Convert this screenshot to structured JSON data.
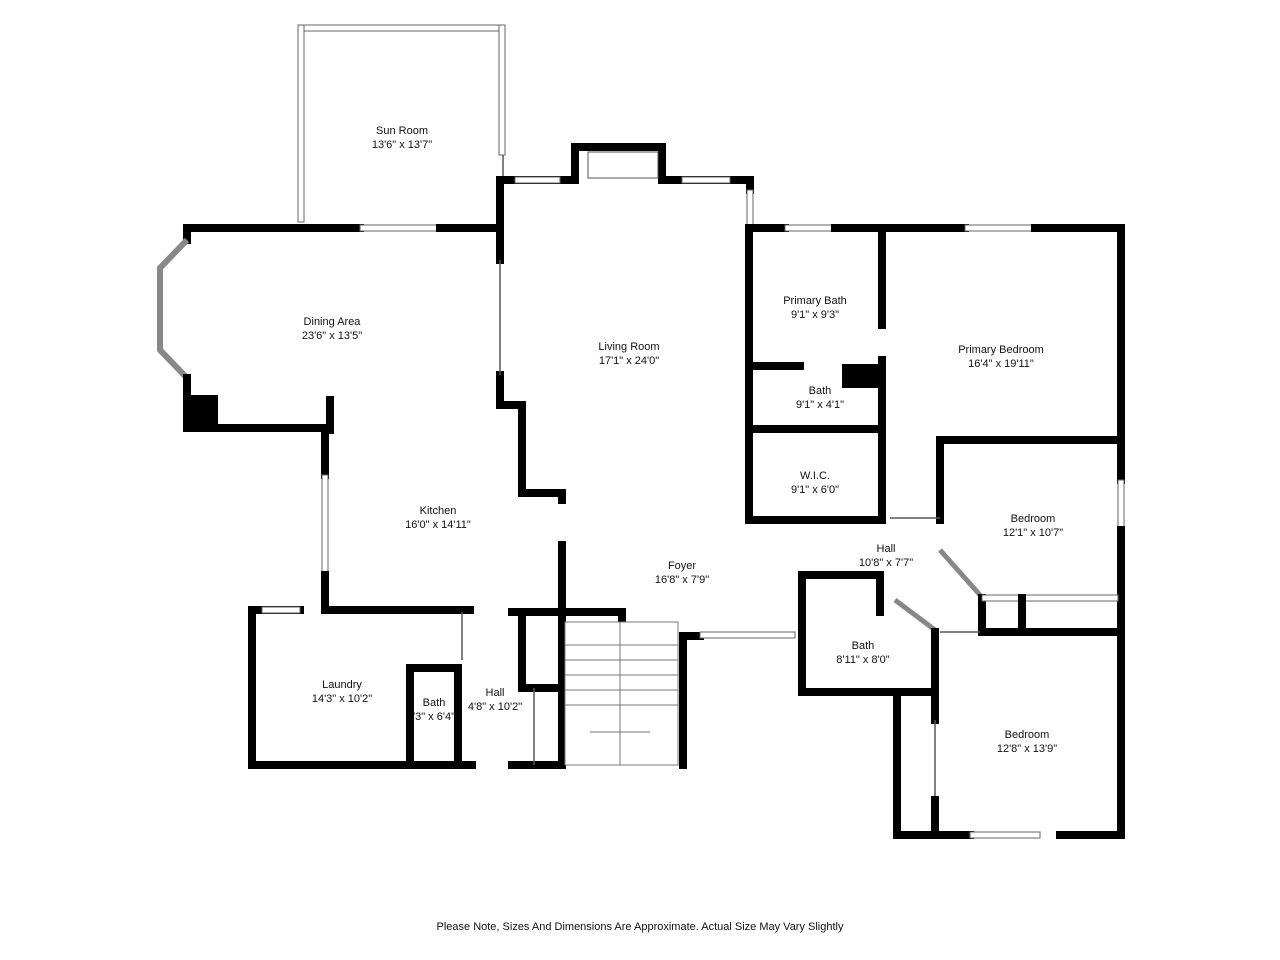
{
  "rooms": [
    {
      "name": "Sun Room",
      "dims": "13'6\" x 13'7\""
    },
    {
      "name": "Dining Area",
      "dims": "23'6\" x 13'5\""
    },
    {
      "name": "Living Room",
      "dims": "17'1\" x 24'0\""
    },
    {
      "name": "Primary Bath",
      "dims": "9'1\" x 9'3\""
    },
    {
      "name": "Primary Bedroom",
      "dims": "16'4\" x 19'11\""
    },
    {
      "name": "Bath",
      "dims": "9'1\" x 4'1\""
    },
    {
      "name": "W.I.C.",
      "dims": "9'1\" x 6'0\""
    },
    {
      "name": "Kitchen",
      "dims": "16'0\" x 14'11\""
    },
    {
      "name": "Bedroom",
      "dims": "12'1\" x 10'7\""
    },
    {
      "name": "Hall",
      "dims": "10'8\" x 7'7\""
    },
    {
      "name": "Foyer",
      "dims": "16'8\" x 7'9\""
    },
    {
      "name": "Bath",
      "dims": "8'11\" x 8'0\""
    },
    {
      "name": "Laundry",
      "dims": "14'3\" x 10'2\""
    },
    {
      "name": "Bath",
      "dims": "'3\" x 6'4\""
    },
    {
      "name": "Hall",
      "dims": "4'8\" x 10'2\""
    },
    {
      "name": "Bedroom",
      "dims": "12'8\" x 13'9\""
    }
  ],
  "note": "Please Note, Sizes And Dimensions Are Approximate. Actual Size May Vary Slightly"
}
